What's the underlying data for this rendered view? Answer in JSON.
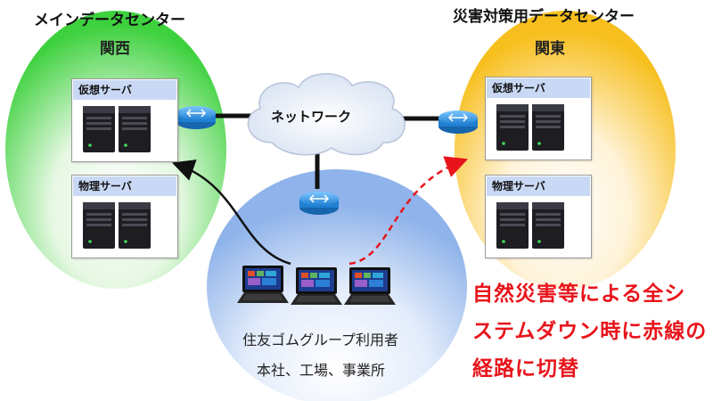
{
  "main_dc": {
    "title": "メインデータセンター",
    "region": "関西",
    "virtual_label": "仮想サーバ",
    "physical_label": "物理サーバ"
  },
  "backup_dc": {
    "title": "災害対策用データセンター",
    "region": "関東",
    "virtual_label": "仮想サーバ",
    "physical_label": "物理サーバ"
  },
  "network": {
    "label": "ネットワーク"
  },
  "users": {
    "line1": "住友ゴムグループ利用者",
    "line2": "本社、工場、事業所"
  },
  "notice": {
    "line1": "自然災害等による全シ",
    "line2": "ステムダウン時に赤線の",
    "line3": "経路に切替"
  },
  "colors": {
    "main_zone": "#3ed13e",
    "backup_zone": "#f7bf1e",
    "user_zone": "#8fb3ea",
    "alert_red": "#e8141b",
    "panel_header": "#c9d9f5"
  },
  "icons": [
    "router-icon",
    "cloud-icon",
    "server-tower-icon",
    "laptop-icon"
  ]
}
